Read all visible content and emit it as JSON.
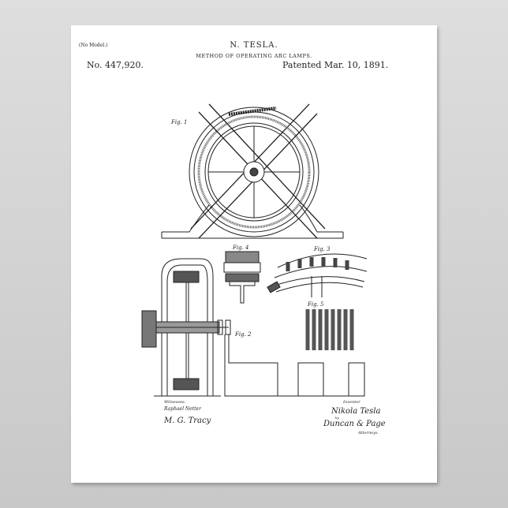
{
  "header": {
    "model_note": "(No Model.)",
    "inventor_name": "N. TESLA.",
    "title": "METHOD OF OPERATING ARC LAMPS.",
    "patent_number": "No. 447,920.",
    "patent_date": "Patented Mar. 10, 1891."
  },
  "figures": {
    "fig1": "Fig. 1",
    "fig2": "Fig. 2",
    "fig3": "Fig. 3",
    "fig4": "Fig. 4",
    "fig5": "Fig. 5"
  },
  "footer": {
    "witnesses_label": "Witnesses:",
    "witness1": "Raphael Netter",
    "witness2": "M. G. Tracy",
    "inventor_label": "Inventor",
    "inventor_signature": "Nikola Tesla",
    "by": "by",
    "attorneys_signature": "Duncan & Page",
    "attorneys_label": "Attorneys."
  },
  "colors": {
    "paper": "#ffffff",
    "ink": "#222222",
    "background": "#d4d4d4"
  }
}
